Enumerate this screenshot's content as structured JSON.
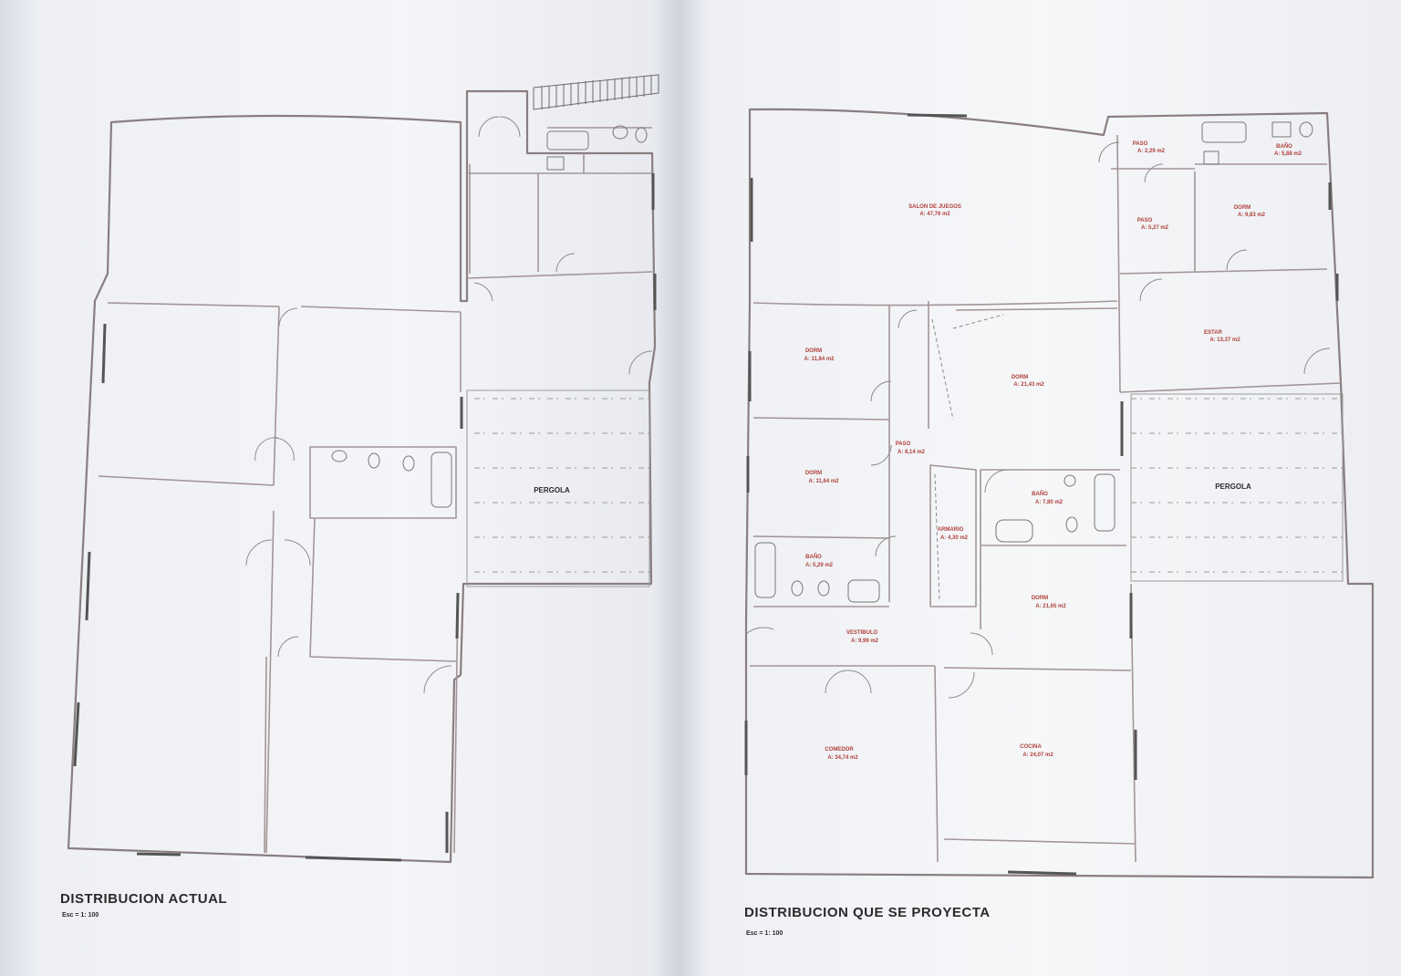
{
  "plans": {
    "current": {
      "title": "DISTRIBUCION ACTUAL",
      "scale": "Esc = 1: 100",
      "pergola": "PERGOLA"
    },
    "proposed": {
      "title": "DISTRIBUCION QUE SE PROYECTA",
      "scale": "Esc = 1: 100",
      "pergola": "PERGOLA",
      "rooms": [
        {
          "name": "SALON DE JUEGOS",
          "area": "A: 47,76 m2"
        },
        {
          "name": "PASO",
          "area": "A: 2,29 m2"
        },
        {
          "name": "BAÑO",
          "area": "A: 5,88 m2"
        },
        {
          "name": "PASO",
          "area": "A: 5,27 m2"
        },
        {
          "name": "DORM",
          "area": "A: 9,83 m2"
        },
        {
          "name": "ESTAR",
          "area": "A: 13,37 m2"
        },
        {
          "name": "DORM",
          "area": "A: 11,84 m2"
        },
        {
          "name": "DORM",
          "area": "A: 21,43 m2"
        },
        {
          "name": "PASO",
          "area": "A: 8,14 m2"
        },
        {
          "name": "DORM",
          "area": "A: 11,64 m2"
        },
        {
          "name": "BAÑO",
          "area": "A: 7,80 m2"
        },
        {
          "name": "ARMARIO",
          "area": "A: 4,30 m2"
        },
        {
          "name": "BAÑO",
          "area": "A: 5,29 m2"
        },
        {
          "name": "DORM",
          "area": "A: 21,65 m2"
        },
        {
          "name": "VESTIBULO",
          "area": "A: 9,99 m2"
        },
        {
          "name": "COMEDOR",
          "area": "A: 34,74 m2"
        },
        {
          "name": "COCINA",
          "area": "A: 24,07 m2"
        }
      ]
    }
  },
  "colors": {
    "wall": "#8a7e80",
    "wall_accent": "#c0736e",
    "room_label": "#b0403a",
    "text": "#2b2b2b"
  }
}
